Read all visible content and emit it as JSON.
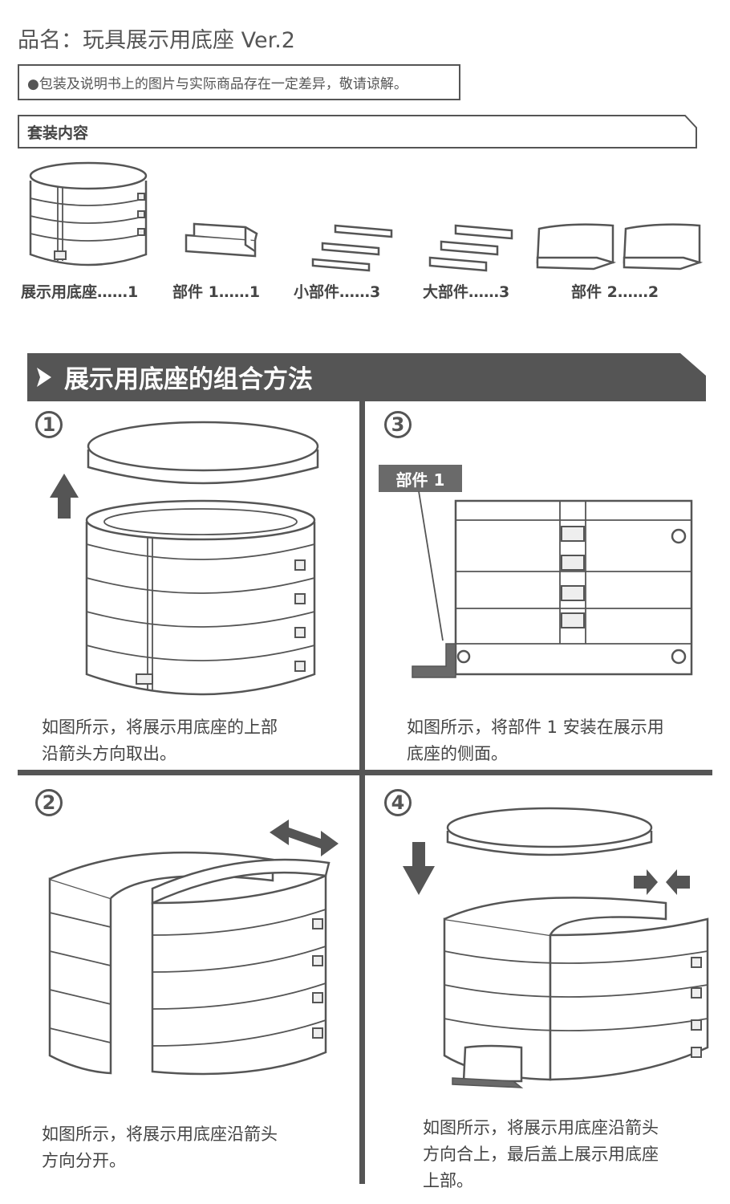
{
  "header": {
    "title": "品名：玩具展示用底座 Ver.2",
    "notice": "●包装及说明书上的图片与实际商品存在一定差异，敬请谅解。"
  },
  "contents": {
    "heading": "套装内容",
    "parts": [
      {
        "label": "展示用底座……1"
      },
      {
        "label": "部件 1……1"
      },
      {
        "label": "小部件……3"
      },
      {
        "label": "大部件……3"
      },
      {
        "label": "部件 2……2"
      }
    ]
  },
  "assembly": {
    "heading": "展示用底座的组合方法",
    "steps": [
      {
        "number": "1",
        "text": "如图所示，将展示用底座的上部\n沿箭头方向取出。"
      },
      {
        "number": "3",
        "callout": "部件 1",
        "text": "如图所示，将部件 1 安装在展示用\n底座的侧面。"
      },
      {
        "number": "2",
        "text": "如图所示，将展示用底座沿箭头\n方向分开。"
      },
      {
        "number": "4",
        "text": "如图所示，将展示用底座沿箭头\n方向合上，最后盖上展示用底座\n上部。"
      }
    ]
  },
  "colors": {
    "dark": "#555555",
    "text": "#444444",
    "banner": "#555555"
  }
}
